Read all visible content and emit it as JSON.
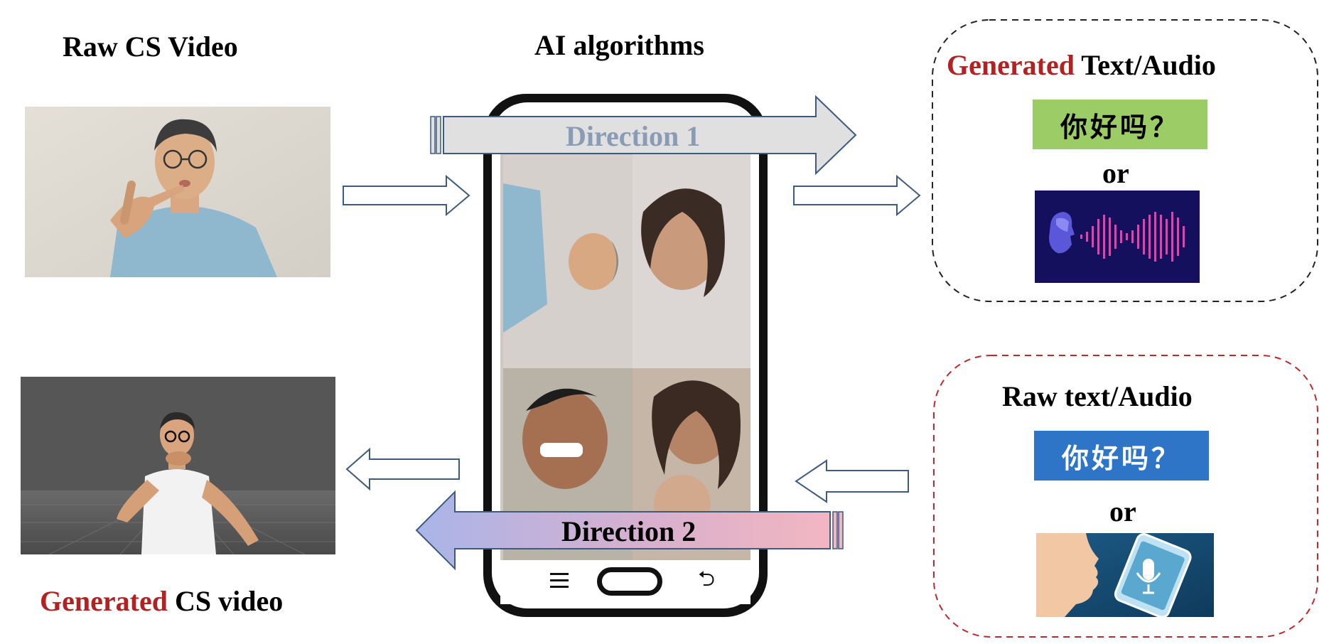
{
  "titles": {
    "raw_cs_video": "Raw CS Video",
    "ai_algorithms": "AI algorithms",
    "generated_word": "Generated",
    "generated_text_audio_rest": " Text/Audio",
    "generated_cs_video_rest": " CS video",
    "raw_text_audio": "Raw text/Audio"
  },
  "directions": {
    "direction1": "Direction 1",
    "direction2": "Direction 2"
  },
  "output": {
    "text": "你好吗？",
    "or": "or"
  },
  "input": {
    "text": "你好吗？",
    "or": "or"
  },
  "colors": {
    "red_accent": "#b22222",
    "green_box": "#9ccc65",
    "blue_box": "#2e75c8",
    "arrow_stroke": "#3d5a80",
    "audio_bg": "#14105e",
    "waveform": "#e83fa8"
  },
  "icons": {
    "menu": "hamburger-icon",
    "home": "home-button",
    "back": "back-arrow-icon"
  }
}
